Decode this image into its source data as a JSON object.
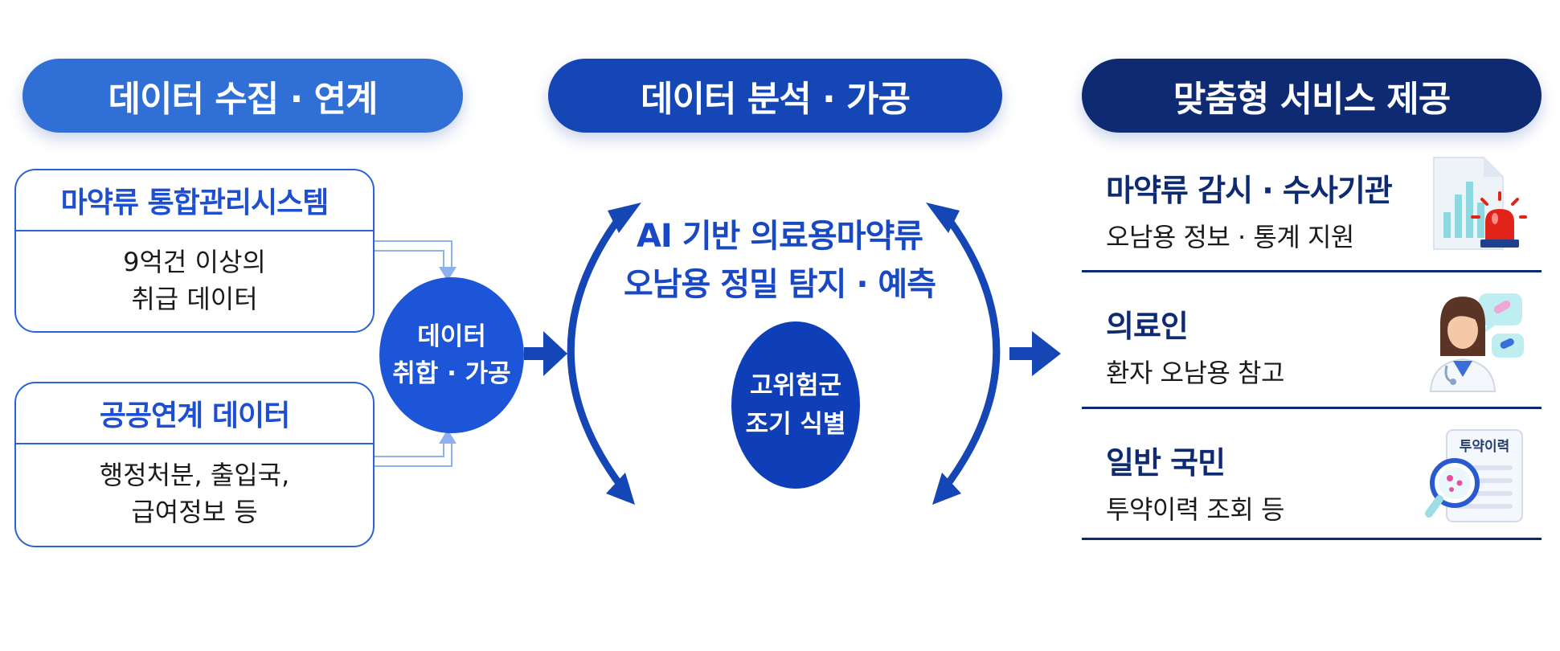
{
  "stages": {
    "collect": "데이터 수집 · 연계",
    "analyze": "데이터 분석 · 가공",
    "service": "맞춤형 서비스 제공"
  },
  "sources": [
    {
      "title": "마약류 통합관리시스템",
      "lines": [
        "9억건 이상의",
        "취급 데이터"
      ]
    },
    {
      "title": "공공연계 데이터",
      "lines": [
        "행정처분, 출입국,",
        "급여정보 등"
      ]
    }
  ],
  "process_circle": {
    "lines": [
      "데이터",
      "취합 · 가공"
    ]
  },
  "analysis": {
    "lines": [
      "AI 기반 의료용마약류",
      "오남용 정밀 탐지 · 예측"
    ],
    "circle_lines": [
      "고위험군",
      "조기 식별"
    ]
  },
  "services": [
    {
      "title": "마약류 감시 · 수사기관",
      "desc": "오남용 정보 · 통계 지원",
      "icon": "report-siren-icon"
    },
    {
      "title": "의료인",
      "desc": "환자 오남용 참고",
      "icon": "doctor-icon"
    },
    {
      "title": "일반 국민",
      "desc": "투약이력 조회 등",
      "icon": "history-magnifier-icon",
      "icon_label": "투약이력"
    }
  ],
  "colors": {
    "stage1": "#2f6fd6",
    "stage2": "#1546b5",
    "stage3": "#0d2a73",
    "accent": "#1d4fd0"
  }
}
